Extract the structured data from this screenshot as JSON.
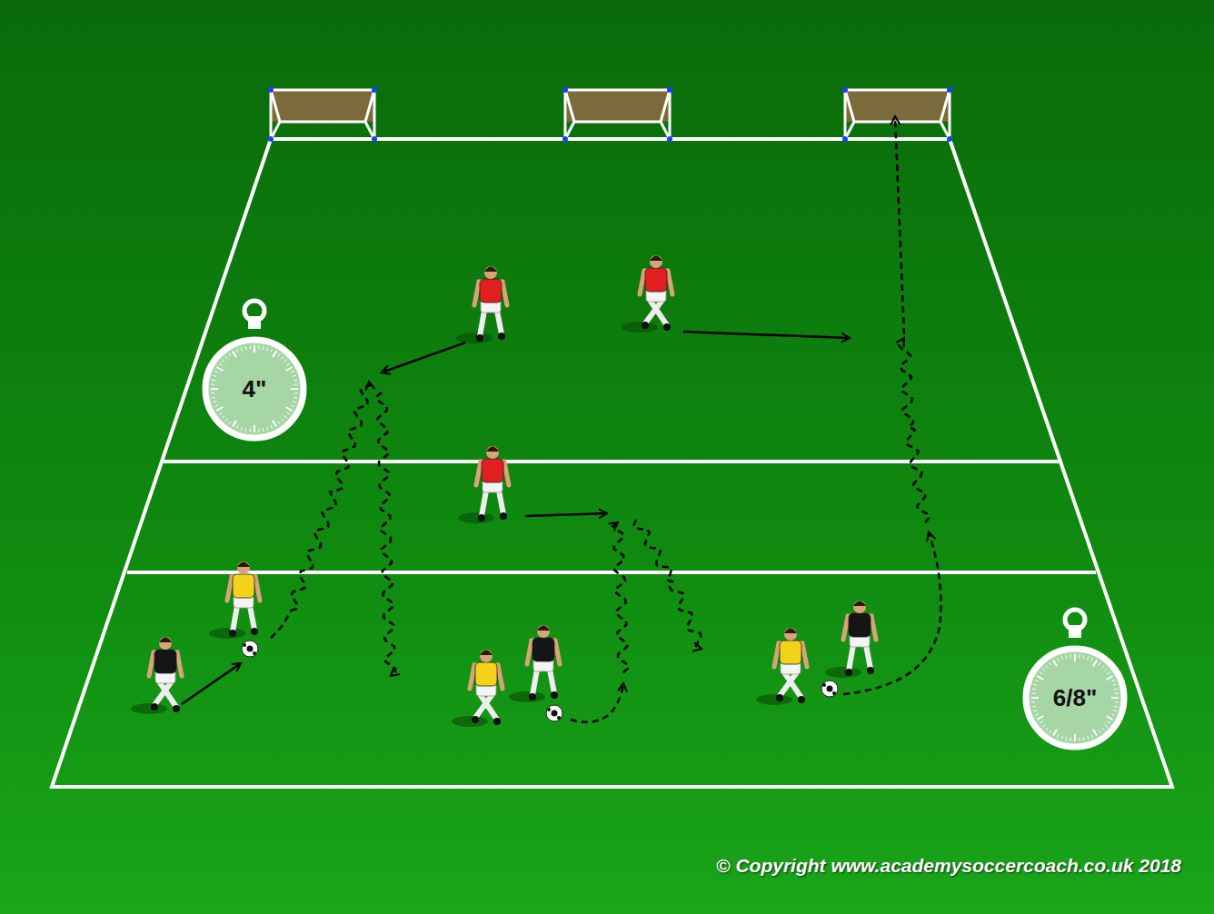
{
  "diagram": {
    "nodes": [
      {
        "text": [
          "4\""
        ]
      },
      {
        "text": [
          "6/8\""
        ]
      }
    ],
    "labels": [
      "© Copyright www.academysoccercoach.co.uk 2018"
    ]
  }
}
